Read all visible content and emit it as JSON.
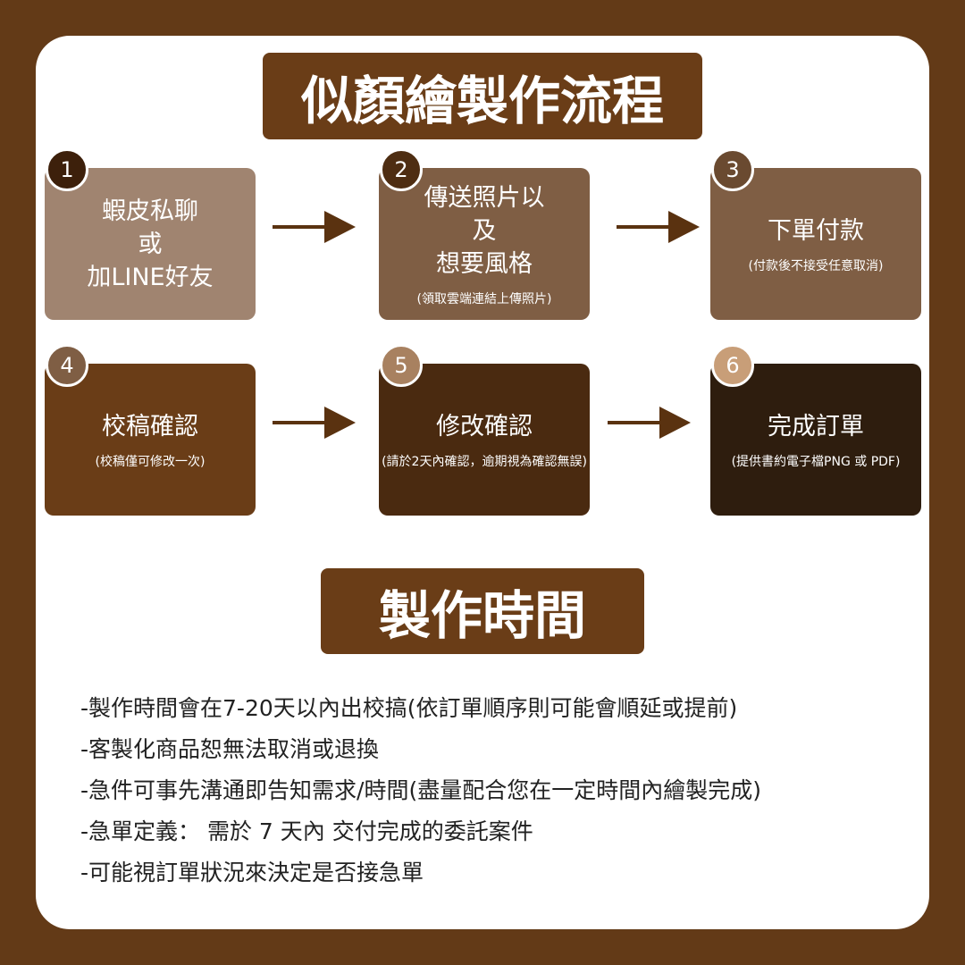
{
  "title": "似顏繪製作流程",
  "steps": [
    {
      "num": "1",
      "lines": [
        "蝦皮私聊",
        "或",
        "加LINE好友"
      ],
      "note": "",
      "color": "#a08470",
      "circle": "#3d200b"
    },
    {
      "num": "2",
      "lines": [
        "傳送照片以",
        "及",
        "想要風格"
      ],
      "note": "(領取雲端連結上傳照片)",
      "color": "#7f5e44",
      "circle": "#4e2d12"
    },
    {
      "num": "3",
      "lines": [
        "下單付款"
      ],
      "note": "(付款後不接受任意取消)",
      "color": "#7f5e44",
      "circle": "#6a4a30"
    },
    {
      "num": "4",
      "lines": [
        "校稿確認"
      ],
      "note": "(校稿僅可修改一次)",
      "color": "#6a3d17",
      "circle": "#7f5e44"
    },
    {
      "num": "5",
      "lines": [
        "修改確認"
      ],
      "note": "(請於2天內確認，逾期視為確認無誤)",
      "color": "#4a2a10",
      "circle": "#a88160"
    },
    {
      "num": "6",
      "lines": [
        "完成訂單"
      ],
      "note": "(提供書約電子檔PNG 或 PDF)",
      "color": "#2e1d0e",
      "circle": "#c89e78"
    }
  ],
  "time_title": "製作時間",
  "notes": [
    "-製作時間會在7-20天以內出校搞(依訂單順序則可能會順延或提前)",
    "-客製化商品恕無法取消或退換",
    "-急件可事先溝通即告知需求/時間(盡量配合您在一定時間內繪製完成)",
    "-急單定義： 需於 7 天內 交付完成的委託案件",
    "-可能視訂單狀況來決定是否接急單"
  ]
}
